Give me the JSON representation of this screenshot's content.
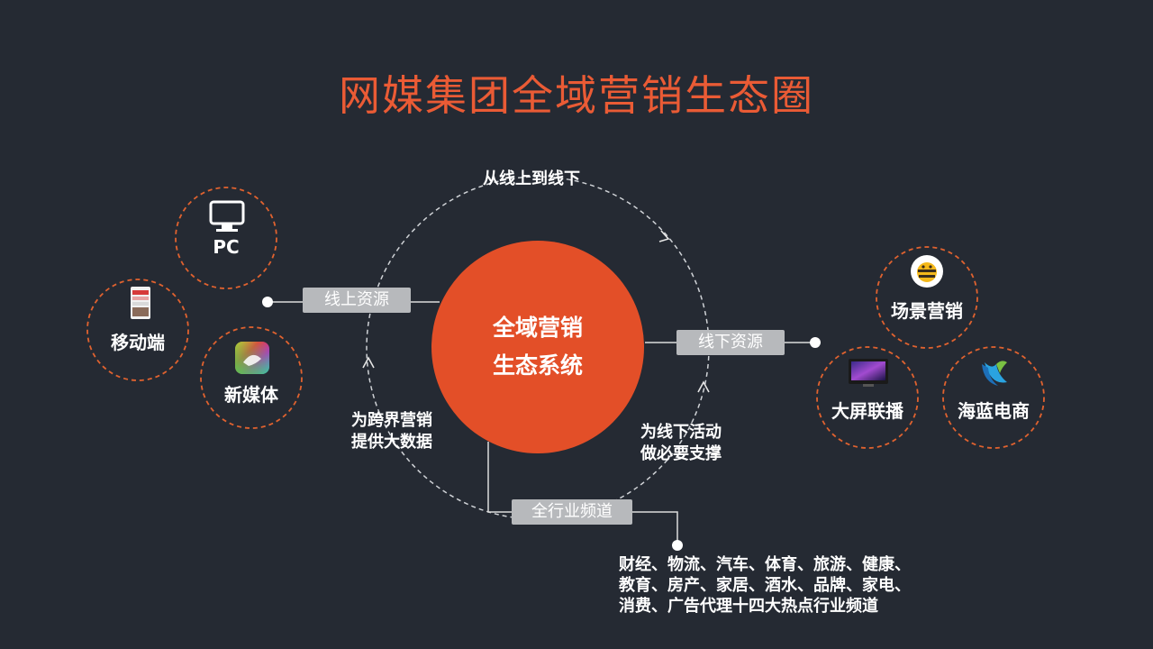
{
  "title": "网媒集团全域营销生态圈",
  "center": {
    "line1": "全域营销",
    "line2": "生态系统"
  },
  "ring_labels": {
    "top": "从线上到线下",
    "left_line1": "为跨界营销",
    "left_line2": "提供大数据",
    "right_line1": "为线下活动",
    "right_line2": "做必要支撑"
  },
  "tags": {
    "online": "线上资源",
    "offline": "线下资源",
    "industry": "全行业频道"
  },
  "online_nodes": [
    {
      "label": "PC",
      "icon": "monitor-icon"
    },
    {
      "label": "移动端",
      "icon": "mobile-phone-icon"
    },
    {
      "label": "新媒体",
      "icon": "app-icon"
    }
  ],
  "offline_nodes": [
    {
      "label": "场景营销",
      "icon": "bee-icon"
    },
    {
      "label": "大屏联播",
      "icon": "big-screen-icon"
    },
    {
      "label": "海蓝电商",
      "icon": "bird-logo-icon"
    }
  ],
  "industries": {
    "line1": "财经、物流、汽车、体育、旅游、健康、",
    "line2": "教育、房产、家居、酒水、品牌、家电、",
    "line3": "消费、广告代理十四大热点行业频道"
  },
  "colors": {
    "background": "#252a33",
    "accent": "#ea5b35",
    "node_border": "#e0622f",
    "tag": "#b7b9bc"
  }
}
